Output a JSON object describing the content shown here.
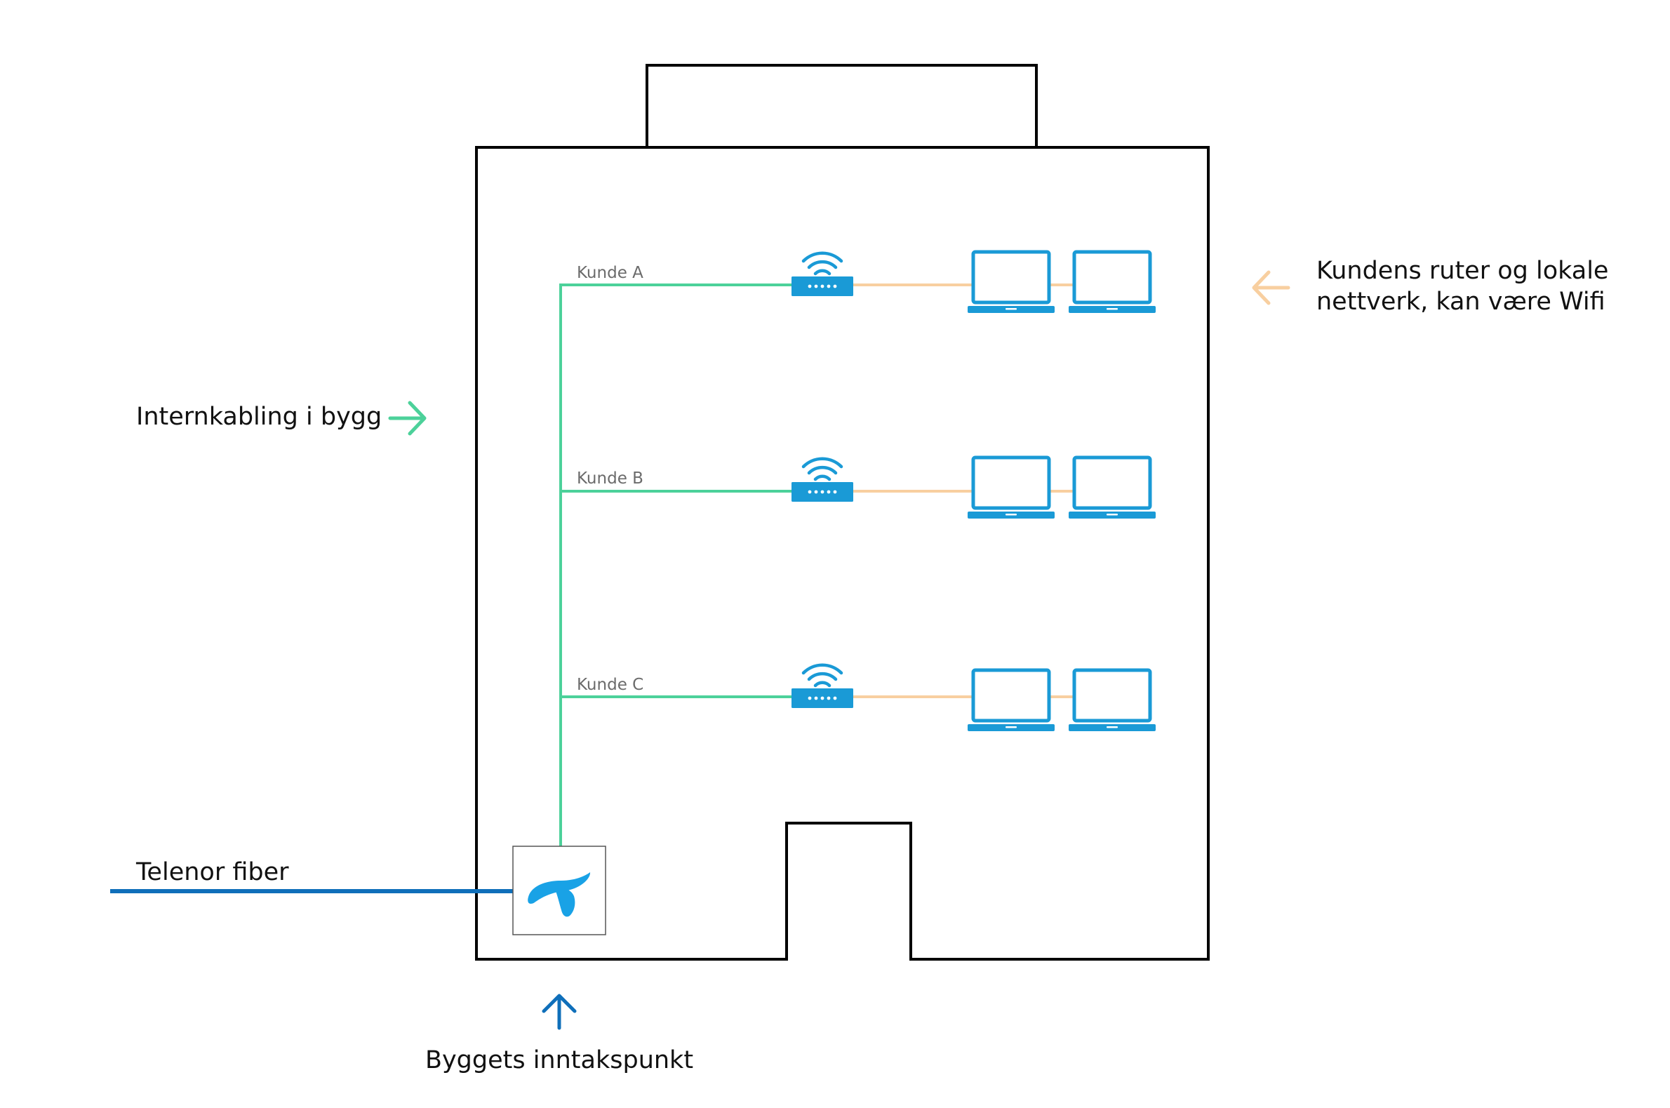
{
  "labels": {
    "internal_cabling": "Internkabling i bygg",
    "customer_router": "Kundens ruter og lokale",
    "customer_router_line2": "nettverk, kan være Wifi",
    "telenor_fiber": "Telenor fiber",
    "entry_point": "Byggets inntakspunkt"
  },
  "customers": [
    {
      "label": "Kunde A"
    },
    {
      "label": "Kunde B"
    },
    {
      "label": "Kunde C"
    }
  ],
  "colors": {
    "building_outline": "#000000",
    "internal_cabling": "#4cd19a",
    "customer_network": "#f8cfa0",
    "device_blue": "#1a9ad6",
    "fiber_blue": "#0f6fba",
    "label_text": "#111111",
    "customer_label_text": "#6b6b6b"
  },
  "icons": {
    "router": "wifi-router-icon",
    "device": "laptop-icon",
    "telenor": "telenor-logo",
    "arrow_internal": "arrow-right-icon",
    "arrow_customer": "arrow-left-icon",
    "arrow_entry": "arrow-up-icon"
  }
}
